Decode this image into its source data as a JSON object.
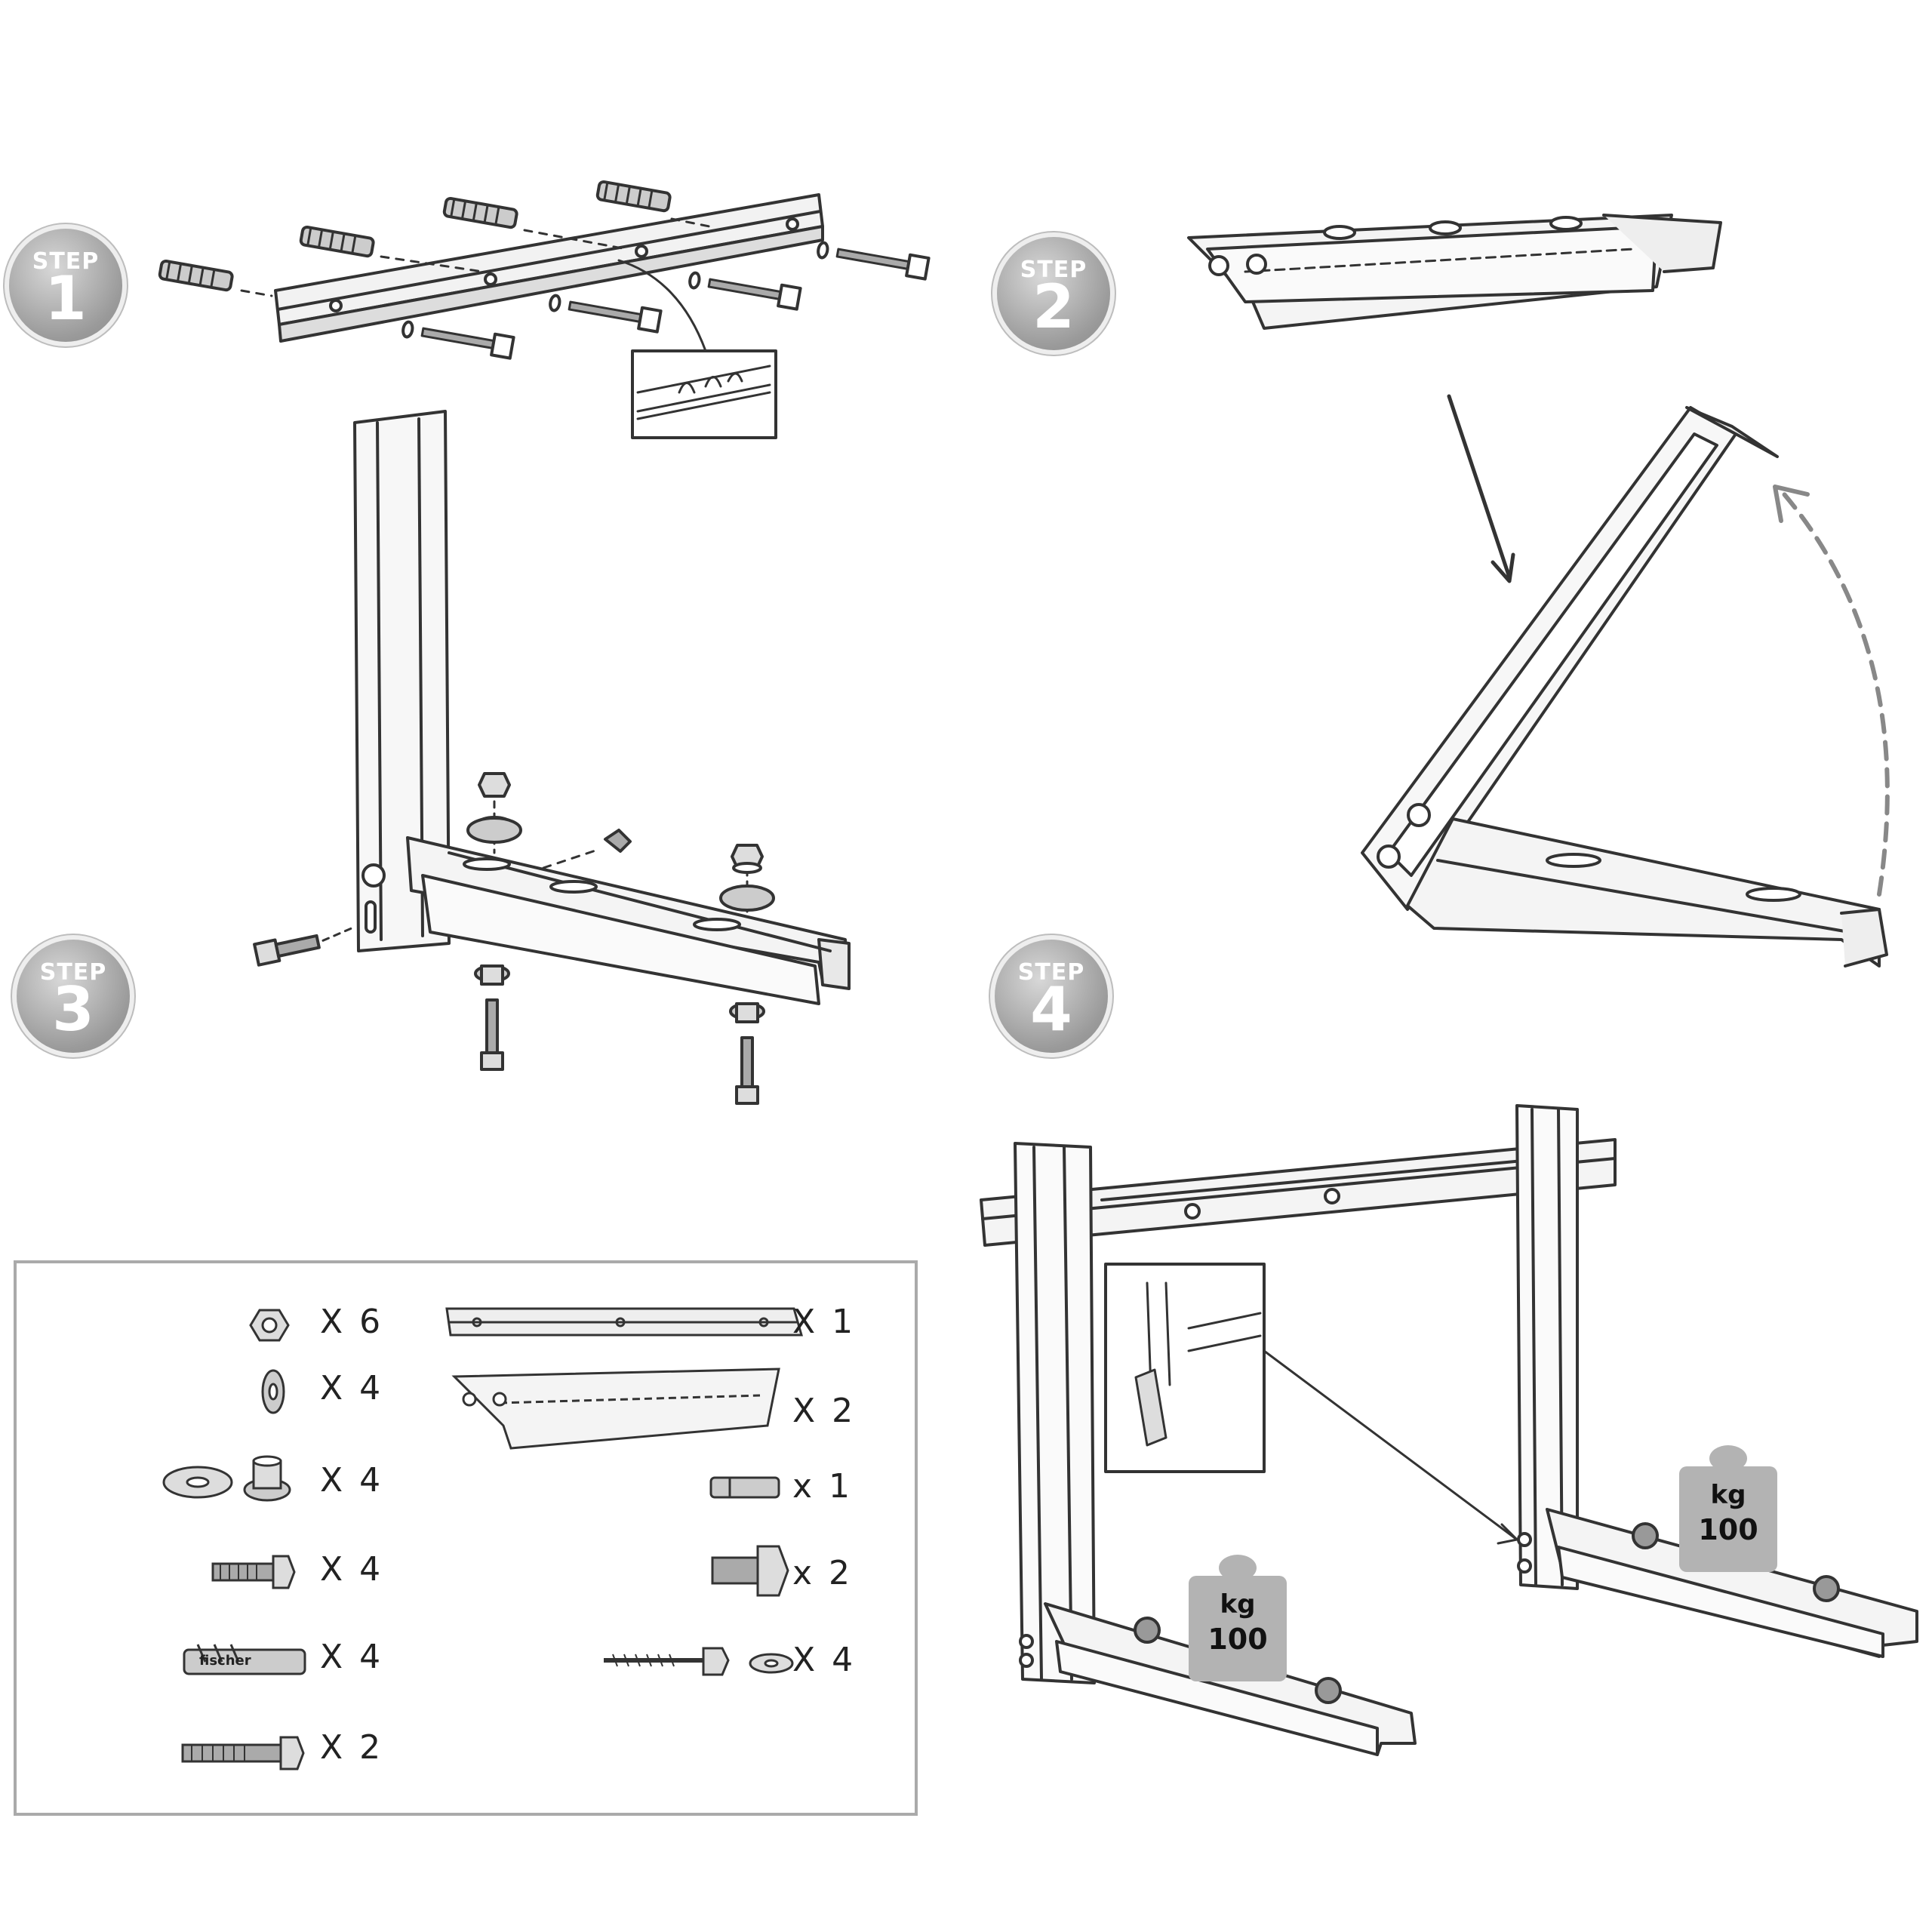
{
  "steps": [
    {
      "label": "STEP",
      "number": "1"
    },
    {
      "label": "STEP",
      "number": "2"
    },
    {
      "label": "STEP",
      "number": "3"
    },
    {
      "label": "STEP",
      "number": "4"
    }
  ],
  "weights": [
    {
      "unit": "kg",
      "value": "100"
    },
    {
      "unit": "kg",
      "value": "100"
    }
  ],
  "plug_brand": "fischer",
  "parts": [
    {
      "icon": "hex-nut-icon",
      "qty": "X 6"
    },
    {
      "icon": "spring-washer-icon",
      "qty": "X 4"
    },
    {
      "icon": "rubber-pad-washer-icon",
      "qty": "X 4"
    },
    {
      "icon": "hex-bolt-icon",
      "qty": "X 4"
    },
    {
      "icon": "wall-plug-icon",
      "qty": "X 4"
    },
    {
      "icon": "long-bolt-icon",
      "qty": "X 2"
    },
    {
      "icon": "wall-rail-icon",
      "qty": "X 1"
    },
    {
      "icon": "folding-bracket-icon",
      "qty": "X 2"
    },
    {
      "icon": "spacer-tube-icon",
      "qty": "x 1"
    },
    {
      "icon": "short-hex-bolt-icon",
      "qty": "x 2"
    },
    {
      "icon": "lag-screw-and-washer-icon",
      "qty": "X 4"
    }
  ],
  "colors": {
    "ink": "#333333",
    "badge": "#9a9a9a",
    "weight": "#b3b3b3",
    "arrow_dashed": "#888888"
  }
}
